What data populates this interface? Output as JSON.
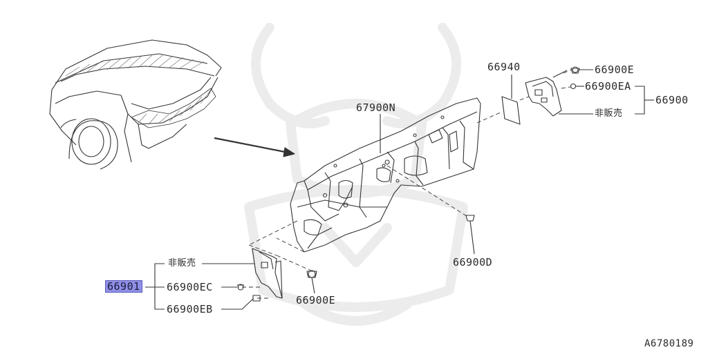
{
  "diagram": {
    "labels": {
      "p67900N": "67900N",
      "p66940": "66940",
      "p66900E_top": "66900E",
      "p66900EA": "66900EA",
      "p66900": "66900",
      "not_sold_top": "非販売",
      "p66900D": "66900D",
      "not_sold_left": "非販売",
      "p66901": "66901",
      "p66900EC": "66900EC",
      "p66900EB": "66900EB",
      "p66900E_bottom": "66900E"
    },
    "illustration_id": "A6780189",
    "highlight_color": "#8f8fe8",
    "watermark": "samurai-helmet-logo"
  }
}
